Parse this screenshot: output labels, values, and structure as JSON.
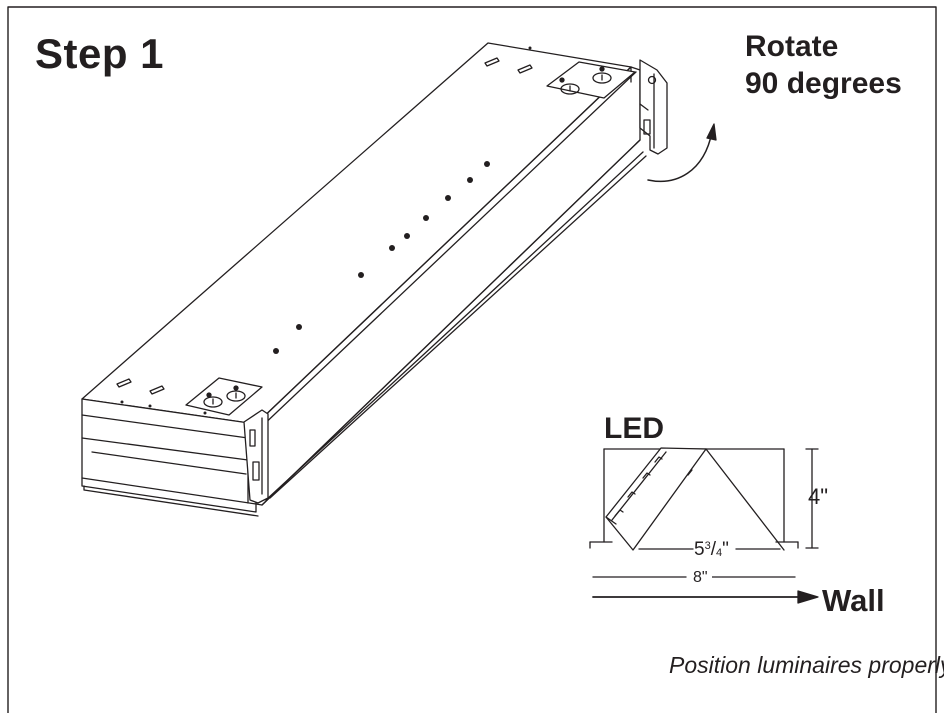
{
  "step": {
    "title": "Step 1"
  },
  "rotate": {
    "line1": "Rotate",
    "line2": "90 degrees"
  },
  "inset": {
    "led_label": "LED",
    "height_dim": "4\"",
    "inner_width_whole": "5",
    "inner_width_num": "3",
    "inner_width_den": "4",
    "inner_width_unit": "\"",
    "outer_width_dim": "8\"",
    "wall_label": "Wall"
  },
  "caption": "Position luminaires properly.",
  "colors": {
    "line": "#231f20",
    "background": "#ffffff"
  }
}
